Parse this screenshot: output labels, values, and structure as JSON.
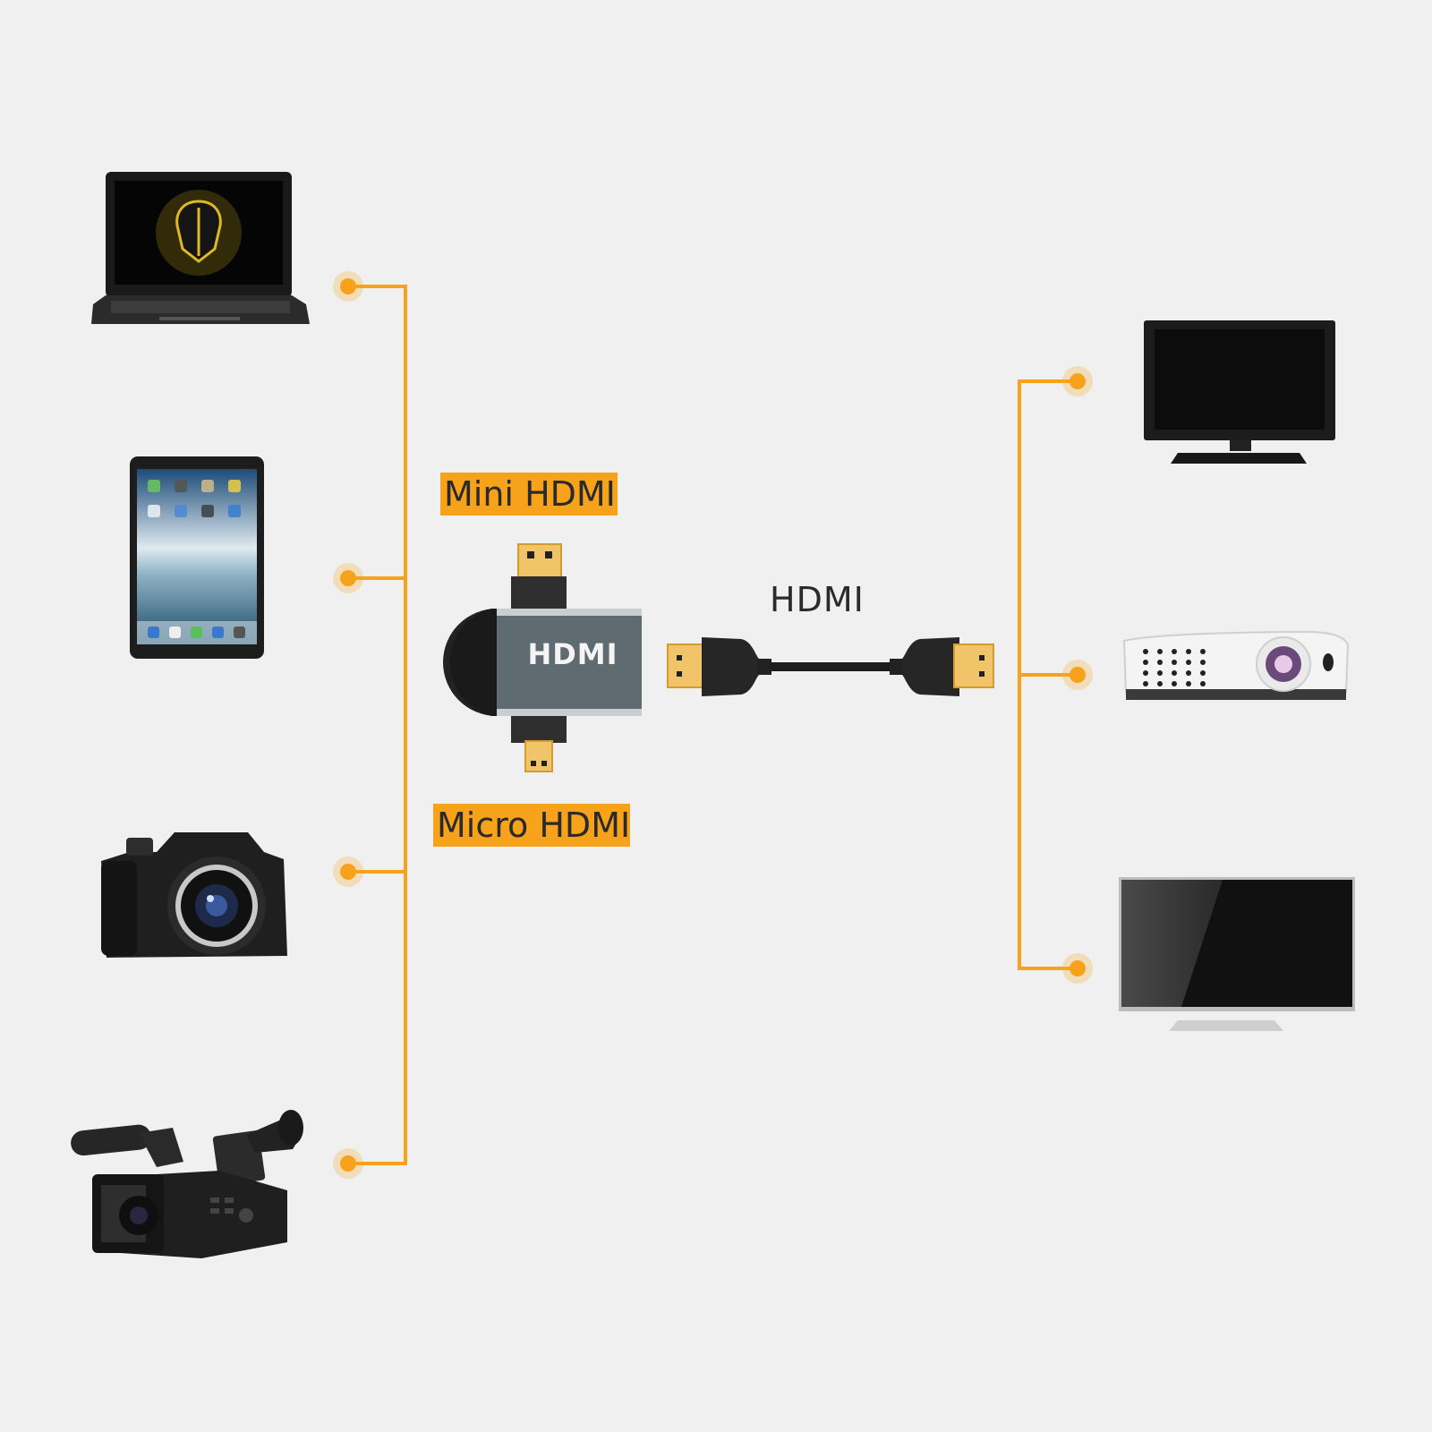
{
  "diagram": {
    "adapter": {
      "name": "3-in-1 HDMI adapter",
      "logo_text": "HDMI",
      "top_connector_label": "Mini HDMI",
      "bottom_connector_label": "Micro HDMI"
    },
    "cable": {
      "label": "HDMI"
    },
    "accent_color": "#f7a21b",
    "background_color": "#f0f0f0",
    "source_devices": [
      {
        "name": "Laptop",
        "icon": "laptop-icon"
      },
      {
        "name": "Tablet",
        "icon": "tablet-icon"
      },
      {
        "name": "Digital camera",
        "icon": "camera-icon"
      },
      {
        "name": "Video camcorder",
        "icon": "camcorder-icon"
      }
    ],
    "display_devices": [
      {
        "name": "Monitor",
        "icon": "monitor-icon"
      },
      {
        "name": "Projector",
        "icon": "projector-icon"
      },
      {
        "name": "Television",
        "icon": "tv-icon"
      }
    ]
  }
}
